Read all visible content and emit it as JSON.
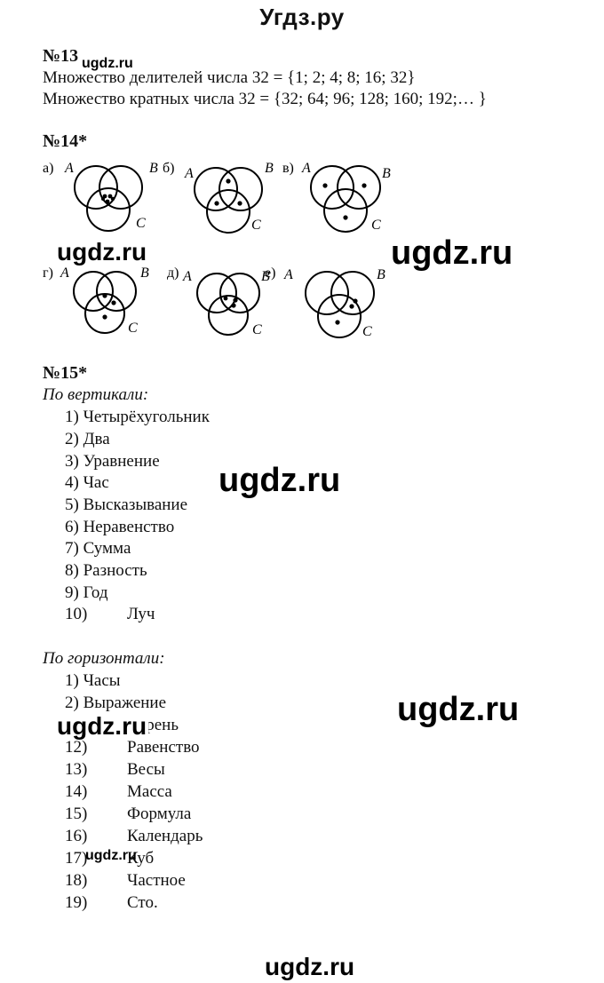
{
  "header": {
    "title": "Угдз.ру"
  },
  "watermarks": {
    "text": "ugdz.ru"
  },
  "task13": {
    "heading": "№13",
    "lines": [
      "Множество делителей числа 32 = {1; 2; 4; 8; 16; 32}",
      "Множество кратных числа 32 = {32; 64; 96; 128; 160; 192;… }"
    ]
  },
  "task14": {
    "heading": "№14*",
    "diagrams": [
      {
        "letter": "а)",
        "setA": "A",
        "setB": "B",
        "setC": "C",
        "marked_regions": [
          "A∩B∩C"
        ]
      },
      {
        "letter": "б)",
        "setA": "A",
        "setB": "B",
        "setC": "C",
        "marked_regions": [
          "A∩B only",
          "A∩C only",
          "B∩C only"
        ]
      },
      {
        "letter": "в)",
        "setA": "A",
        "setB": "B",
        "setC": "C",
        "marked_regions": [
          "A only",
          "B only",
          "C only"
        ]
      },
      {
        "letter": "г)",
        "setA": "A",
        "setB": "B",
        "setC": "C",
        "marked_regions": [
          "A∩B∩C",
          "B∩C only",
          "C only"
        ]
      },
      {
        "letter": "д)",
        "setA": "A",
        "setB": "B",
        "setC": "C",
        "marked_regions": [
          "A∩B∩C",
          "B∩C only"
        ]
      },
      {
        "letter": "е)",
        "setA": "A",
        "setB": "B",
        "setC": "C",
        "marked_regions": [
          "B∩C only",
          "C only"
        ]
      }
    ]
  },
  "task15": {
    "heading": "№15*",
    "vertical_label": "По вертикали:",
    "vertical": [
      {
        "n": "1)",
        "word": "Четырёхугольник"
      },
      {
        "n": "2)",
        "word": "Два"
      },
      {
        "n": "3)",
        "word": "Уравнение"
      },
      {
        "n": "4)",
        "word": "Час"
      },
      {
        "n": "5)",
        "word": "Высказывание"
      },
      {
        "n": "6)",
        "word": "Неравенство"
      },
      {
        "n": "7)",
        "word": "Сумма"
      },
      {
        "n": "8)",
        "word": "Разность"
      },
      {
        "n": "9)",
        "word": "Год"
      },
      {
        "n": "10)",
        "word": "Луч"
      }
    ],
    "horizontal_label": "По горизонтали:",
    "horizontal": [
      {
        "n": "1)",
        "word": "Часы"
      },
      {
        "n": "2)",
        "word": "Выражение"
      },
      {
        "n": "11)",
        "word": "Корень"
      },
      {
        "n": "12)",
        "word": "Равенство"
      },
      {
        "n": "13)",
        "word": "Весы"
      },
      {
        "n": "14)",
        "word": "Масса"
      },
      {
        "n": "15)",
        "word": "Формула"
      },
      {
        "n": "16)",
        "word": "Календарь"
      },
      {
        "n": "17)",
        "word": "Куб"
      },
      {
        "n": "18)",
        "word": "Частное"
      },
      {
        "n": "19)",
        "word": "Сто."
      }
    ]
  }
}
